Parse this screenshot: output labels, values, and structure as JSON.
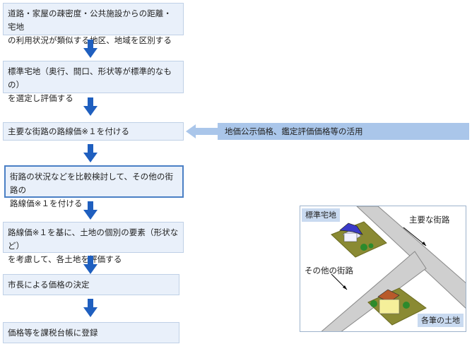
{
  "steps": [
    {
      "line1": "道路・家屋の疎密度・公共施設からの距離・宅地",
      "line2": "の利用状況が類似する地区、地域を区別する"
    },
    {
      "line1": "標準宅地（奥行、間口、形状等が標準的なもの）",
      "line2": "を選定し評価する"
    },
    {
      "line1": "主要な街路の路線価※１を付ける"
    },
    {
      "line1": "街路の状況などを比較検討して、その他の街路の",
      "line2": "路線価※１を付ける"
    },
    {
      "line1": "路線価※１を基に、土地の個別の要素（形状など）",
      "line2": "を考慮して、各土地を評価する"
    },
    {
      "line1": "市長による価格の決定"
    },
    {
      "line1": "価格等を課税台帳に登録"
    }
  ],
  "side_note": "地価公示価格、鑑定評価価格等の活用",
  "illustration": {
    "tag_standard": "標準宅地",
    "label_main_road": "主要な街路",
    "label_other_road": "その他の街路",
    "tag_each_land": "各筆の土地"
  },
  "colors": {
    "box_fill": "#e9f0fa",
    "arrow_blue": "#1f5fbf",
    "side_fill": "#aac6ea",
    "road_gray": "#cfcfcf",
    "lot_green": "#8a8a33"
  }
}
